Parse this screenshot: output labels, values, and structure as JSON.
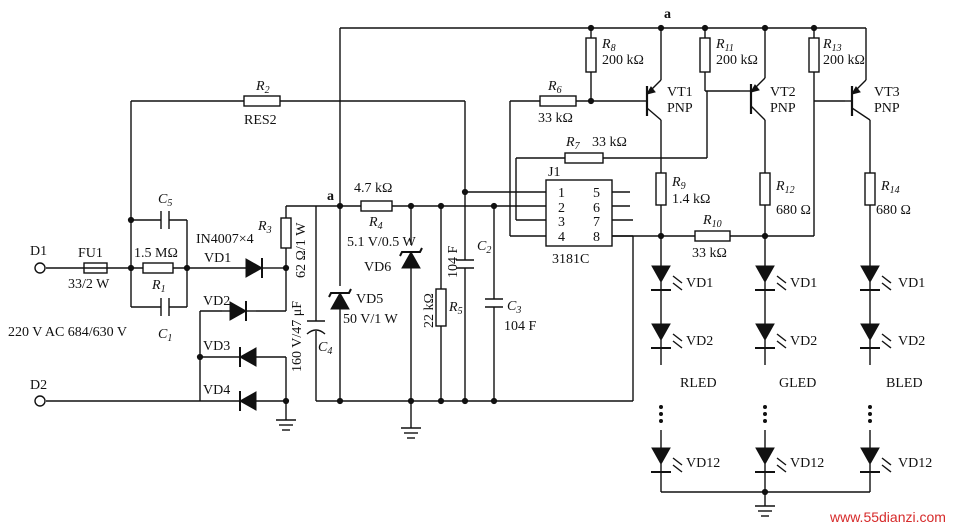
{
  "colors": {
    "ink": "#111111",
    "watermark": "#d62a2a",
    "background": "#ffffff"
  },
  "nodes": {
    "a_top": "a",
    "a_mid": "a"
  },
  "terminals": {
    "d1": "D1",
    "d2": "D2"
  },
  "supply": {
    "label": "220 V AC 684/630 V"
  },
  "fuse": {
    "name": "FU1",
    "value": "33/2 W"
  },
  "resistors": {
    "r1": {
      "name": "R",
      "sub": "1",
      "value": "1.5 MΩ"
    },
    "r2": {
      "name": "R",
      "sub": "2",
      "value": "RES2"
    },
    "r3": {
      "name": "R",
      "sub": "3",
      "value": "62 Ω/1 W"
    },
    "r4": {
      "name": "R",
      "sub": "4",
      "value": "4.7 kΩ"
    },
    "r5": {
      "name": "R",
      "sub": "5",
      "value": "22 kΩ"
    },
    "r6": {
      "name": "R",
      "sub": "6",
      "value": "33 kΩ"
    },
    "r7": {
      "name": "R",
      "sub": "7",
      "value": "33 kΩ"
    },
    "r8": {
      "name": "R",
      "sub": "8",
      "value": "200 kΩ"
    },
    "r9": {
      "name": "R",
      "sub": "9",
      "value": "1.4 kΩ"
    },
    "r10": {
      "name": "R",
      "sub": "10",
      "value": "33 kΩ"
    },
    "r11": {
      "name": "R",
      "sub": "11",
      "value": "200 kΩ"
    },
    "r12": {
      "name": "R",
      "sub": "12",
      "value": "680 Ω"
    },
    "r13": {
      "name": "R",
      "sub": "13",
      "value": "200 kΩ"
    },
    "r14": {
      "name": "R",
      "sub": "14",
      "value": "680 Ω"
    }
  },
  "capacitors": {
    "c1": {
      "name": "C",
      "sub": "1"
    },
    "c2": {
      "name": "C",
      "sub": "2",
      "value": "104 F"
    },
    "c3": {
      "name": "C",
      "sub": "3",
      "value": "104 F"
    },
    "c4": {
      "name": "C",
      "sub": "4",
      "value": "160 V/47 μF"
    },
    "c5": {
      "name": "C",
      "sub": "5"
    }
  },
  "bridge": {
    "label": "IN4007×4",
    "diodes": [
      "VD1",
      "VD2",
      "VD3",
      "VD4"
    ]
  },
  "zeners": {
    "vd5": {
      "name": "VD5",
      "value": "50 V/1 W"
    },
    "vd6": {
      "name": "VD6",
      "value": "5.1 V/0.5 W"
    }
  },
  "ic": {
    "ref": "J1",
    "part": "3181C",
    "pins_left": [
      "1",
      "2",
      "3",
      "4"
    ],
    "pins_right": [
      "5",
      "6",
      "7",
      "8"
    ]
  },
  "transistors": {
    "vt1": {
      "name": "VT1",
      "type": "PNP"
    },
    "vt2": {
      "name": "VT2",
      "type": "PNP"
    },
    "vt3": {
      "name": "VT3",
      "type": "PNP"
    }
  },
  "led_strings": {
    "red": {
      "label": "RLED",
      "first": "VD1",
      "second": "VD2",
      "last": "VD12"
    },
    "green": {
      "label": "GLED",
      "first": "VD1",
      "second": "VD2",
      "last": "VD12"
    },
    "blue": {
      "label": "BLED",
      "first": "VD1",
      "second": "VD2",
      "last": "VD12"
    }
  },
  "watermark": "www.55dianzi.com"
}
